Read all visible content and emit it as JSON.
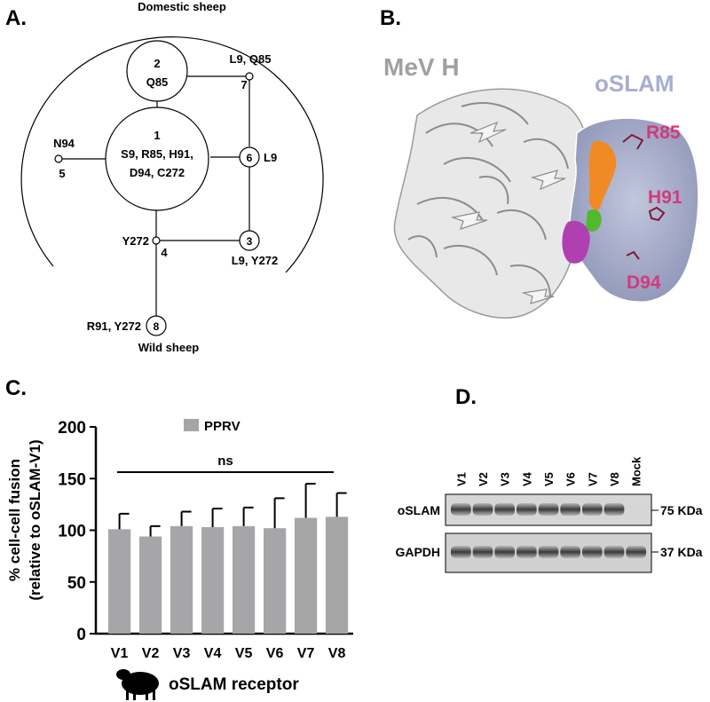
{
  "panels": {
    "a": "A.",
    "b": "B.",
    "c": "C.",
    "d": "D."
  },
  "network": {
    "top_label": "Domestic sheep",
    "bottom_label": "Wild sheep",
    "nodes": [
      {
        "id": "1",
        "text": [
          "1",
          "S9, R85, H91,",
          "D94, C272"
        ]
      },
      {
        "id": "2",
        "text": [
          "2",
          "Q85"
        ]
      },
      {
        "id": "3",
        "number": "3",
        "label": "L9, Y272"
      },
      {
        "id": "4",
        "number": "4",
        "label": "Y272"
      },
      {
        "id": "5",
        "number": "5",
        "label": "N94"
      },
      {
        "id": "6",
        "number": "6",
        "label": "L9"
      },
      {
        "id": "7",
        "number": "7",
        "label": "L9, Q85"
      },
      {
        "id": "8",
        "number": "8",
        "label": "R91, Y272"
      }
    ]
  },
  "structure": {
    "label_left": "MeV H",
    "label_right": "oSLAM",
    "residues": [
      "R85",
      "H91",
      "D94"
    ],
    "colors": {
      "mev": "#e6e6e6",
      "oslam": "#aab0cc",
      "orange": "#f08a24",
      "green": "#52b82e",
      "magenta": "#b040b0",
      "residue": "#d23a7c",
      "label_grey": "#a0a0a0"
    }
  },
  "chart_data": {
    "type": "bar",
    "categories": [
      "V1",
      "V2",
      "V3",
      "V4",
      "V5",
      "V6",
      "V7",
      "V8"
    ],
    "series": [
      {
        "name": "PPRV",
        "values": [
          101,
          94,
          104,
          103,
          104,
          102,
          112,
          113
        ],
        "errors": [
          15,
          10,
          14,
          18,
          18,
          29,
          33,
          23
        ],
        "color": "#a6a6a8"
      }
    ],
    "ylabel": [
      "% cell-cell fusion",
      "(relative to oSLAM-V1)"
    ],
    "xlabel": "oSLAM receptor",
    "ylim": [
      0,
      200
    ],
    "yticks": [
      0,
      50,
      100,
      150,
      200
    ],
    "annotation": "ns",
    "legend_position": "top-center",
    "grid": false
  },
  "blot": {
    "lanes": [
      "V1",
      "V2",
      "V3",
      "V4",
      "V5",
      "V6",
      "V7",
      "V8",
      "Mock"
    ],
    "rows": [
      {
        "label": "oSLAM",
        "size": "75 KDa"
      },
      {
        "label": "GAPDH",
        "size": "37 KDa"
      }
    ]
  }
}
